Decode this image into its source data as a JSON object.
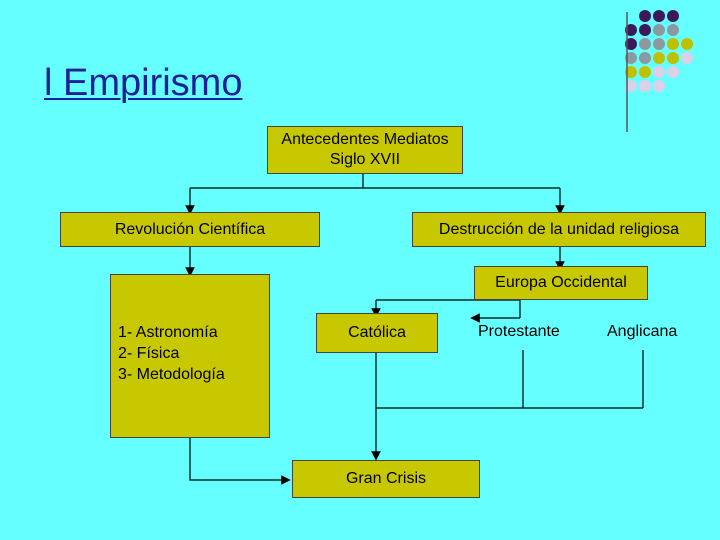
{
  "title": "l Empirismo",
  "nodes": {
    "antecedentes": "Antecedentes Mediatos Siglo XVII",
    "revolucion": "Revolución Científica",
    "destruccion": "Destrucción de la unidad religiosa",
    "europa": "Europa Occidental",
    "catolica": "Católica",
    "protestante": "Protestante",
    "anglicana": "Anglicana",
    "gran_crisis": "Gran Crisis"
  },
  "list": [
    "1- Astronomía",
    "2- Física",
    "3- Metodología"
  ],
  "colors": {
    "background": "#66ffff",
    "box": "#c8c800",
    "title": "#1f1f99",
    "dots": [
      "#3b1a5c",
      "#8a9aa0",
      "#c0c000",
      "#dcd0e8"
    ]
  }
}
